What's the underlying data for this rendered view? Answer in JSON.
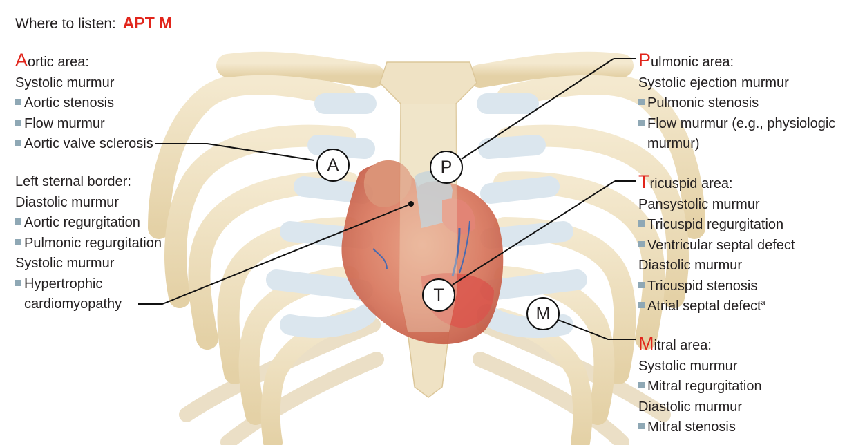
{
  "title": {
    "prefix": "Where to listen:",
    "acronym": "APT M"
  },
  "colors": {
    "accent_red": "#e1251b",
    "bone": "#efe2c4",
    "cartilage": "#dde8ef",
    "bullet": "#8fa8b5"
  },
  "aortic": {
    "cap": "A",
    "rest": "ortic area:",
    "line1": "Systolic murmur",
    "bullets": [
      "Aortic stenosis",
      "Flow murmur",
      "Aortic valve sclerosis"
    ]
  },
  "lsb": {
    "head": "Left sternal border:",
    "line1": "Diastolic murmur",
    "bullets1": [
      "Aortic regurgitation",
      "Pulmonic regurgitation"
    ],
    "line2": "Systolic murmur",
    "bullet2a": "Hypertrophic",
    "bullet2b": "cardiomyopathy"
  },
  "pulmonic": {
    "cap": "P",
    "rest": "ulmonic area:",
    "line1": "Systolic ejection murmur",
    "bullets": [
      "Pulmonic stenosis",
      "Flow murmur (e.g., physiologic"
    ],
    "bullet_cont": "murmur)"
  },
  "tricuspid": {
    "cap": "T",
    "rest": "ricuspid area:",
    "line1": "Pansystolic murmur",
    "bullets1": [
      "Tricuspid regurgitation",
      "Ventricular septal defect"
    ],
    "line2": "Diastolic murmur",
    "bullets2": [
      "Tricuspid stenosis",
      "Atrial septal defect"
    ],
    "footnote_mark": "a"
  },
  "mitral": {
    "cap": "M",
    "rest": "itral area:",
    "line1": "Systolic murmur",
    "bullets1": [
      "Mitral regurgitation"
    ],
    "line2": "Diastolic murmur",
    "bullets2": [
      "Mitral stenosis"
    ]
  },
  "circles": {
    "a": "A",
    "p": "P",
    "t": "T",
    "m": "M"
  }
}
